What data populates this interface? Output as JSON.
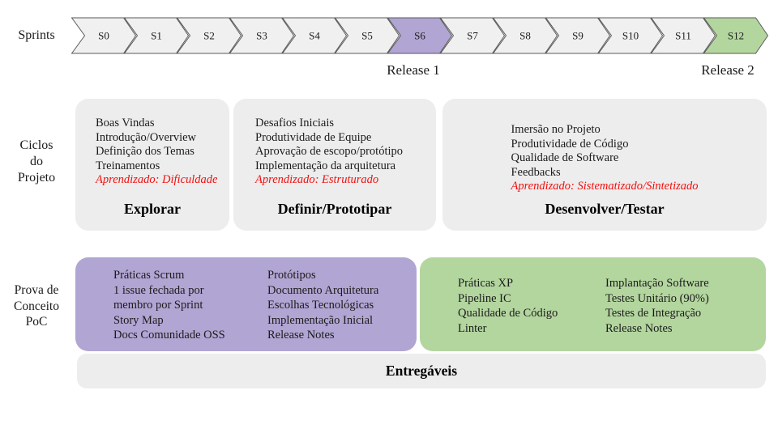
{
  "colors": {
    "chevron_fill": "#f0f0f0",
    "chevron_stroke": "#595959",
    "purple_accent": "#b1a5d3",
    "green_accent": "#b3d69f",
    "gray_box": "#ededed",
    "learning_red": "#f50d0d"
  },
  "sprints": {
    "row_label": "Sprints",
    "items": [
      {
        "label": "S0"
      },
      {
        "label": "S1"
      },
      {
        "label": "S2"
      },
      {
        "label": "S3"
      },
      {
        "label": "S4"
      },
      {
        "label": "S5"
      },
      {
        "label": "S6"
      },
      {
        "label": "S7"
      },
      {
        "label": "S8"
      },
      {
        "label": "S9"
      },
      {
        "label": "S10"
      },
      {
        "label": "S11"
      },
      {
        "label": "S12"
      }
    ],
    "release1_label": "Release 1",
    "release2_label": "Release 2"
  },
  "cycles": {
    "row_label_line1": "Ciclos",
    "row_label_line2": "do",
    "row_label_line3": "Projeto",
    "explore": {
      "items": [
        "Boas Vindas",
        "Introdução/Overview",
        "Definição dos Temas",
        "Treinamentos"
      ],
      "learning": "Aprendizado: Dificuldade",
      "title": "Explorar"
    },
    "define": {
      "items": [
        "Desafios Iniciais",
        "Produtividade de Equipe",
        "Aprovação de escopo/protótipo",
        "Implementação da arquitetura"
      ],
      "learning": "Aprendizado: Estruturado",
      "title": "Definir/Prototipar"
    },
    "develop": {
      "items": [
        "Imersão no Projeto",
        "Produtividade de Código",
        "Qualidade de Software",
        "Feedbacks"
      ],
      "learning": "Aprendizado: Sistematizado/Sintetizado",
      "title": "Desenvolver/Testar"
    }
  },
  "poc": {
    "row_label_line1": "Prova de",
    "row_label_line2": "Conceito",
    "row_label_line3": "PoC",
    "scrum_box": {
      "col1": [
        "Práticas Scrum",
        "1 issue fechada por",
        "membro por Sprint",
        "Story Map",
        "Docs Comunidade OSS"
      ],
      "col2": [
        "Protótipos",
        "Documento Arquitetura",
        "Escolhas Tecnológicas",
        "Implementação Inicial",
        "Release Notes"
      ]
    },
    "xp_box": {
      "col1": [
        "Práticas XP",
        "Pipeline IC",
        "Qualidade de Código",
        "Linter"
      ],
      "col2": [
        "Implantação Software",
        "Testes Unitário (90%)",
        "Testes de Integração",
        "Release Notes"
      ]
    },
    "deliverables_label": "Entregáveis"
  }
}
